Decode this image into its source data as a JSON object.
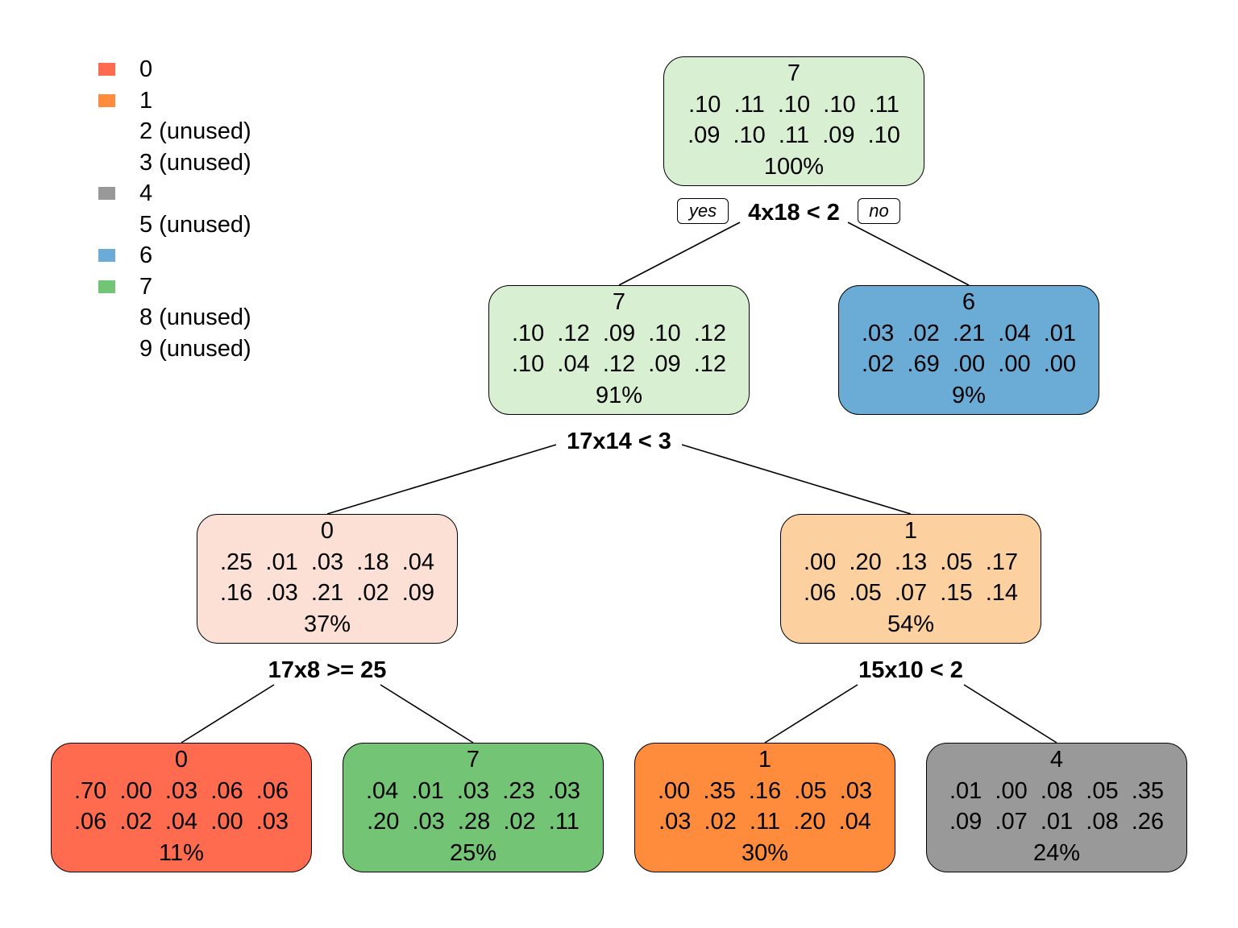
{
  "legend": [
    {
      "label": "0",
      "color": "#FF6B4F"
    },
    {
      "label": "1",
      "color": "#FF8C3D"
    },
    {
      "label": "2 (unused)",
      "color": null
    },
    {
      "label": "3 (unused)",
      "color": null
    },
    {
      "label": "4",
      "color": "#999999"
    },
    {
      "label": "5 (unused)",
      "color": null
    },
    {
      "label": "6",
      "color": "#6AACD6"
    },
    {
      "label": "7",
      "color": "#74C476"
    },
    {
      "label": "8 (unused)",
      "color": null
    },
    {
      "label": "9 (unused)",
      "color": null
    }
  ],
  "tree": {
    "nodes": {
      "root": {
        "class": "7",
        "probs_row1": ".10  .11  .10  .10  .11",
        "probs_row2": ".09  .10  .11  .09  .10",
        "percent": "100%",
        "fill": "#D8EFD2"
      },
      "n2": {
        "class": "7",
        "probs_row1": ".10  .12  .09  .10  .12",
        "probs_row2": ".10  .04  .12  .09  .12",
        "percent": "91%",
        "fill": "#D8EFD2"
      },
      "n3": {
        "class": "6",
        "probs_row1": ".03  .02  .21  .04  .01",
        "probs_row2": ".02  .69  .00  .00  .00",
        "percent": "9%",
        "fill": "#6AACD6"
      },
      "n4": {
        "class": "0",
        "probs_row1": ".25  .01  .03  .18  .04",
        "probs_row2": ".16  .03  .21  .02  .09",
        "percent": "37%",
        "fill": "#FCE0D6"
      },
      "n5": {
        "class": "1",
        "probs_row1": ".00  .20  .13  .05  .17",
        "probs_row2": ".06  .05  .07  .15  .14",
        "percent": "54%",
        "fill": "#FDD09F"
      },
      "n8": {
        "class": "0",
        "probs_row1": ".70  .00  .03  .06  .06",
        "probs_row2": ".06  .02  .04  .00  .03",
        "percent": "11%",
        "fill": "#FF6B4F"
      },
      "n9": {
        "class": "7",
        "probs_row1": ".04  .01  .03  .23  .03",
        "probs_row2": ".20  .03  .28  .02  .11",
        "percent": "25%",
        "fill": "#74C476"
      },
      "n10": {
        "class": "1",
        "probs_row1": ".00  .35  .16  .05  .03",
        "probs_row2": ".03  .02  .11  .20  .04",
        "percent": "30%",
        "fill": "#FF8C3D"
      },
      "n11": {
        "class": "4",
        "probs_row1": ".01  .00  .08  .05  .35",
        "probs_row2": ".09  .07  .01  .08  .26",
        "percent": "24%",
        "fill": "#999999"
      }
    },
    "splits": {
      "root": "4x18 < 2",
      "n2": "17x14 < 3",
      "n4": "17x8 >= 25",
      "n5": "15x10 < 2"
    },
    "edge_labels": {
      "yes": "yes",
      "no": "no"
    }
  }
}
